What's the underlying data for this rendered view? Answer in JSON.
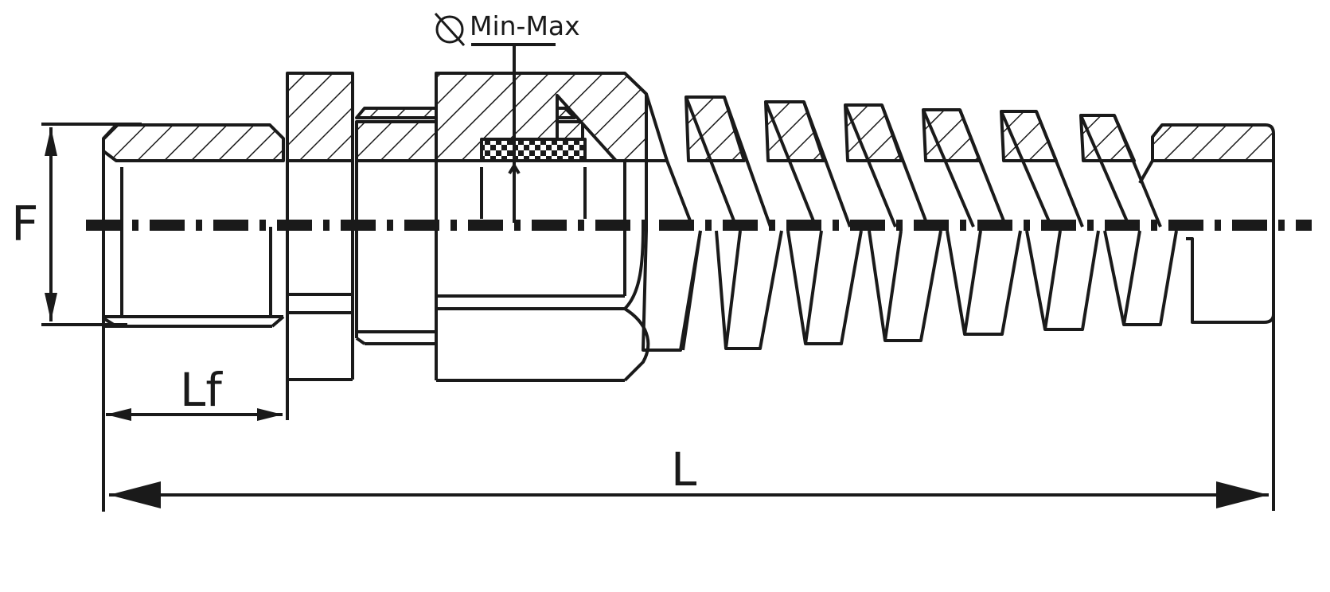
{
  "labels": {
    "dimension_f": "F",
    "dimension_lf": "Lf",
    "dimension_l": "L",
    "diameter_range": "Min-Max"
  },
  "icons": {
    "diameter": "diameter-symbol-icon"
  },
  "colors": {
    "stroke": "#1a1a1a",
    "background": "#ffffff"
  }
}
